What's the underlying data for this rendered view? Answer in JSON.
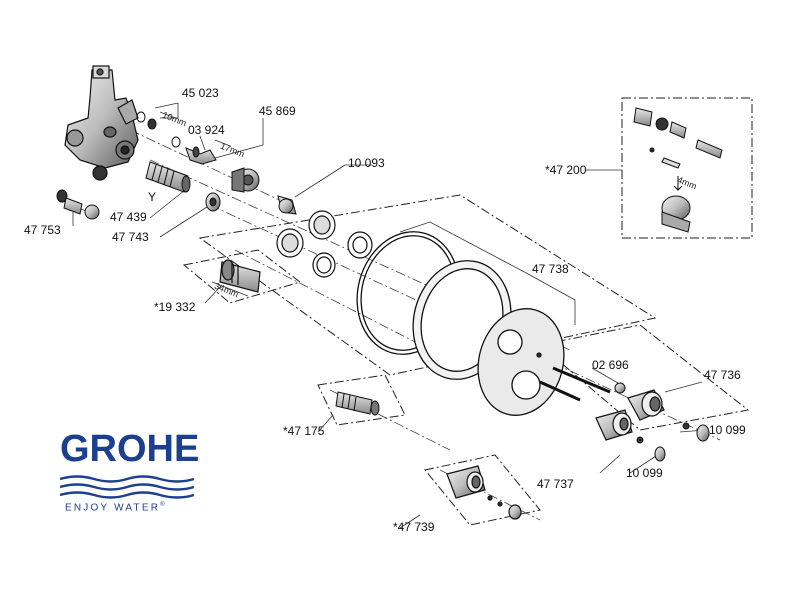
{
  "brand": {
    "name": "GROHE",
    "tagline": "ENJOY WATER",
    "registered_mark": "®",
    "color": "#1d3f8f"
  },
  "part_labels": [
    "45 023",
    "45 869",
    "03 924",
    "10 093",
    "47 439",
    "47 743",
    "47 753",
    "*19 332",
    "*47 200",
    "47 738",
    "02 696",
    "47 736",
    "10 099",
    "10 099",
    "*47 175",
    "47 737",
    "*47 739"
  ],
  "dimension_labels": [
    "10mm",
    "17mm",
    "34mm",
    "4mm"
  ],
  "axis_markers": [
    "Y"
  ]
}
